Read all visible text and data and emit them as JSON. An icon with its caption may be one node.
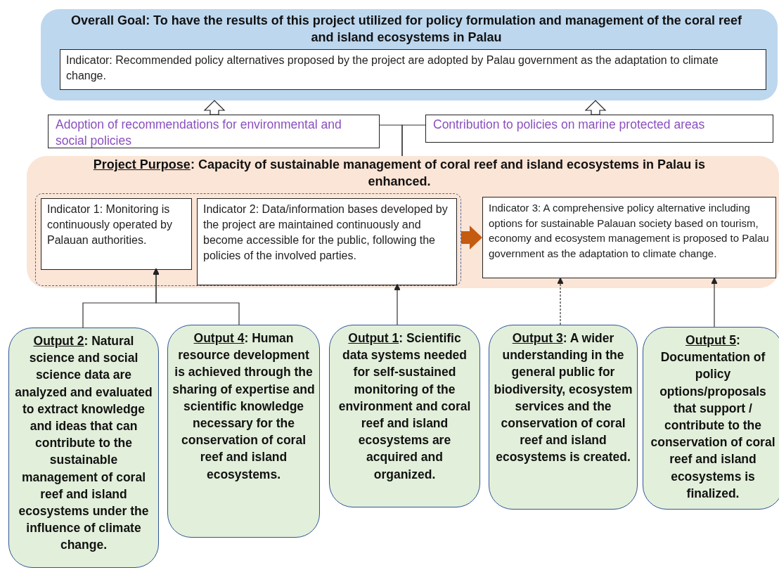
{
  "diagram": {
    "nodes": [
      {
        "text": [
          "Overall Goal: To have the results of this project utilized for policy formulation and management of the coral reef and island ecosystems in Palau"
        ]
      },
      {
        "text": [
          "Indicator: Recommended policy alternatives proposed by the project are adopted by Palau government as the adaptation to climate change."
        ],
        "in": 0
      },
      {
        "text": [
          "Adoption of recommendations for environmental and social policies"
        ]
      },
      {
        "text": [
          "Contribution to policies on marine protected areas"
        ]
      },
      {
        "text": [
          "Project Purpose: Capacity of sustainable management of coral reef and island ecosystems in Palau is enhanced."
        ]
      },
      {
        "text": [],
        "shape": "box",
        "in": 4
      },
      {
        "text": [
          "Indicator 1: Monitoring is continuously operated by Palauan authorities."
        ],
        "in": 5
      },
      {
        "text": [
          "Indicator 2: Data/information bases developed by the project are maintained continuously and become accessible for the public, following the policies of the involved parties."
        ],
        "in": 5
      },
      {
        "text": [
          "Indicator 3: A comprehensive policy alternative including options for sustainable Palauan society based on tourism, economy and ecosystem management is proposed to Palau government as the adaptation to climate change."
        ],
        "in": 4
      },
      {
        "text": [
          "Output 2: Natural science and social science data are analyzed and evaluated to extract knowledge and ideas that can contribute to the sustainable management of coral reef and island ecosystems under the influence of climate change."
        ]
      },
      {
        "text": [
          "Output 4: Human resource development is achieved through the sharing of expertise and scientific knowledge necessary for the conservation of coral reef and island ecosystems."
        ]
      },
      {
        "text": [
          "Output 1: Scientific data systems needed for self-sustained monitoring of the environment and coral reef and island ecosystems are acquired and organized."
        ]
      },
      {
        "text": [
          "Output 3: A wider understanding in the general public for biodiversity, ecosystem services and the conservation of coral reef and island ecosystems is created."
        ]
      },
      {
        "text": [
          "Output 5: Documentation of policy options/proposals that support / contribute to the conservation of coral reef and island ecosystems is finalized."
        ]
      }
    ],
    "edges": [
      {
        "from": 2,
        "to": 0,
        "arrow": "to",
        "style": "thick"
      },
      {
        "from": 3,
        "to": 0,
        "arrow": "to",
        "style": "thick"
      },
      {
        "from": 4,
        "to": 2,
        "arrow": "none"
      },
      {
        "from": 4,
        "to": 3,
        "arrow": "none"
      },
      {
        "from": 5,
        "to": 8,
        "arrow": "to",
        "style": "thick",
        "color": "#c55a11"
      },
      {
        "from": 9,
        "to": 6,
        "arrow": "to"
      },
      {
        "from": 10,
        "to": 6,
        "arrow": "to"
      },
      {
        "from": 11,
        "to": 7,
        "arrow": "to"
      },
      {
        "from": 12,
        "to": 8,
        "arrow": "to",
        "style": "dashed"
      },
      {
        "from": 13,
        "to": 8,
        "arrow": "to"
      }
    ]
  }
}
